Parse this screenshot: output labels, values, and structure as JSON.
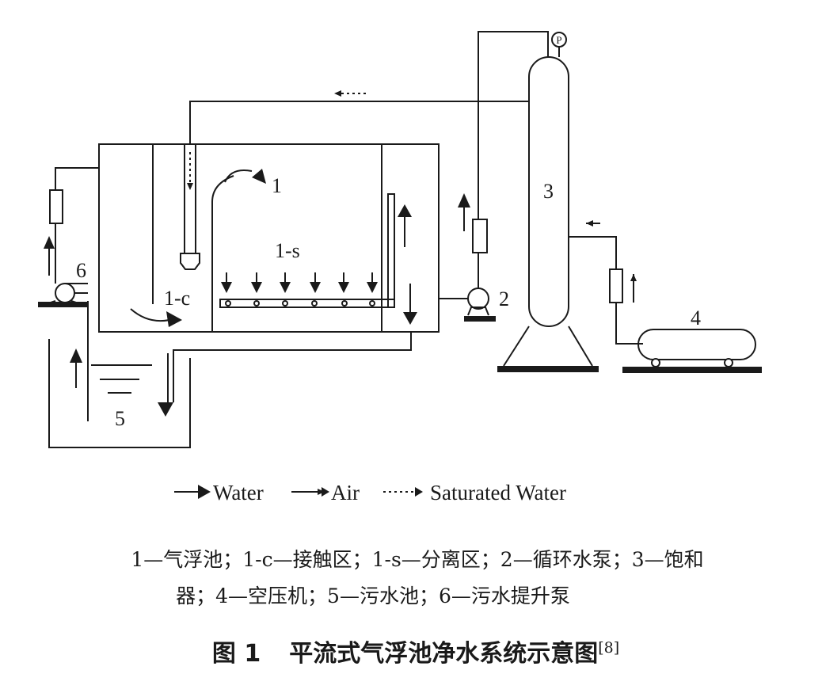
{
  "diagram": {
    "labels": {
      "flotation_tank": "1",
      "contact_zone": "1-c",
      "separation_zone": "1-s",
      "circulation_pump": "2",
      "saturator": "3",
      "compressor": "4",
      "sewage_tank": "5",
      "lift_pump": "6"
    },
    "pressure_gauge": "P"
  },
  "legend": {
    "water": "Water",
    "air": "Air",
    "saturated_water": "Saturated Water"
  },
  "caption": {
    "line1": "1—气浮池；1-c—接触区；1-s—分离区；2—循环水泵；3—饱和",
    "line2": "器；4—空压机；5—污水池；6—污水提升泵"
  },
  "figure": {
    "label": "图 1",
    "title": "平流式气浮池净水系统示意图",
    "reference": "[8]"
  }
}
